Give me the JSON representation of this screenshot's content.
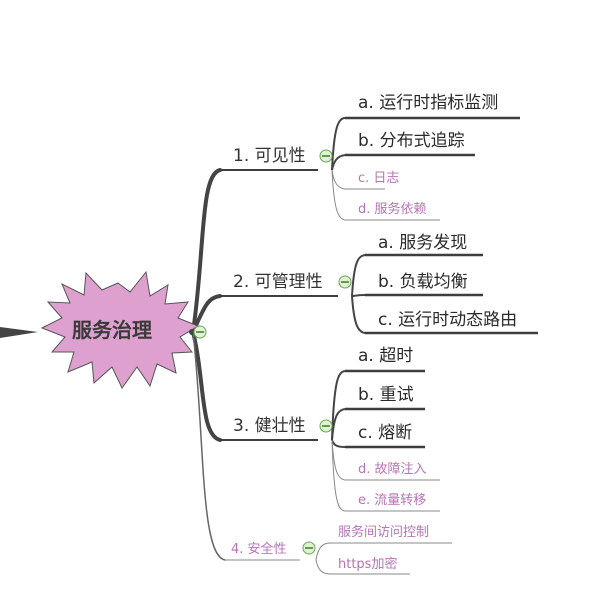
{
  "root": {
    "label": "服务治理"
  },
  "branches": [
    {
      "label": "1. 可见性",
      "children": [
        "a. 运行时指标监测",
        "b. 分布式追踪",
        "c. 日志",
        "d. 服务依赖"
      ]
    },
    {
      "label": "2. 可管理性",
      "children": [
        "a. 服务发现",
        "b. 负载均衡",
        "c. 运行时动态路由"
      ]
    },
    {
      "label": "3. 健壮性",
      "children": [
        "a. 超时",
        "b. 重试",
        "c. 熔断",
        "d. 故障注入",
        "e. 流量转移"
      ]
    },
    {
      "label": "4. 安全性",
      "children": [
        "服务间访问控制",
        "https加密"
      ]
    }
  ],
  "colors": {
    "root_fill": "#dea1cf",
    "branch_line": "#3e3e3e",
    "minor_line": "#888888",
    "minor_text": "#b774b6",
    "toggle_fill": "#dff2d4",
    "toggle_stroke": "#6aa84f"
  },
  "icons": {
    "collapse": "collapse-minus-icon",
    "root_shape": "starburst-shape"
  }
}
